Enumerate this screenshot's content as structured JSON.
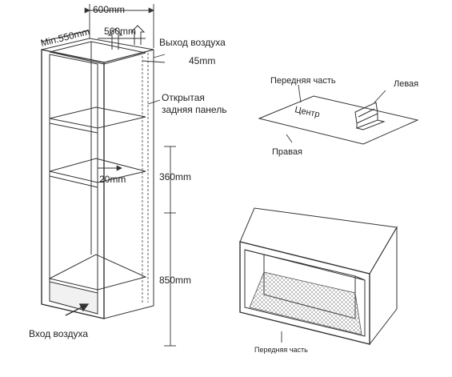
{
  "cabinet": {
    "width_top": "600mm",
    "depth_min": "Min.550mm",
    "inner_width": "560mm",
    "air_outlet": "Выход воздуха",
    "gap": "45mm",
    "open_back": [
      "Открытая",
      "задняя панель"
    ],
    "shelf_gap": "20mm",
    "height_upper": "360mm",
    "height_lower": "850mm",
    "air_inlet": "Вход воздуха"
  },
  "orientation": {
    "front": "Передняя часть",
    "left": "Левая",
    "center": "Центр",
    "right": "Правая"
  },
  "oven": {
    "front": "Передняя часть"
  }
}
